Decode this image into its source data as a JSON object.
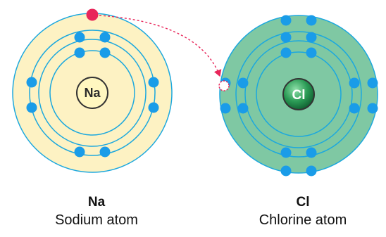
{
  "atoms": [
    {
      "symbol": "Na",
      "name": "Sodium atom"
    },
    {
      "symbol": "Cl",
      "name": "Chlorine atom"
    }
  ],
  "colors": {
    "sodium_atom_fill": "#fdf2c3",
    "sodium_nucleus_fill": "#fff7c0",
    "chlorine_atom_fill": "#7fc8a3",
    "chlorine_nucleus_fill": "#1f8a4a",
    "shell_line": "#1ca8de",
    "electron": "#1a9ce8",
    "transferred_electron": "#e8265a",
    "transfer_arrow": "#e8265a"
  }
}
